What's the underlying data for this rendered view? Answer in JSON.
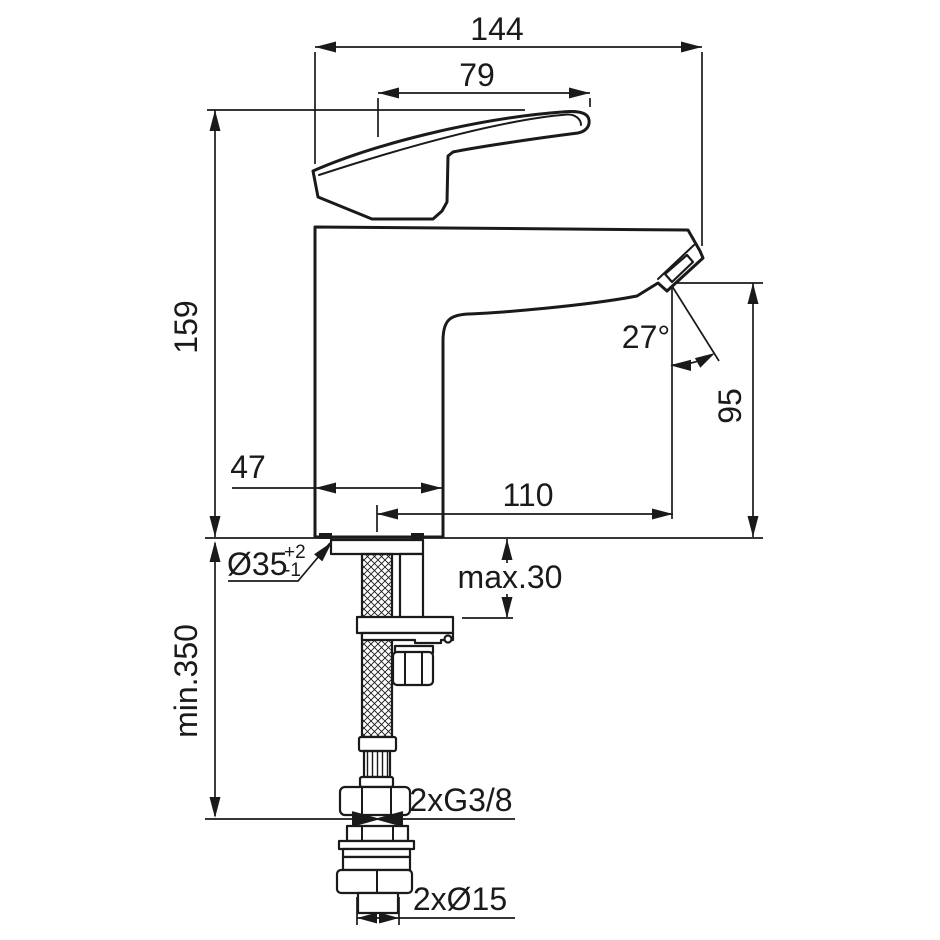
{
  "drawing": {
    "type": "faucet installation dimension drawing",
    "colors": {
      "line": "#1a1a1a",
      "background": "#ffffff"
    },
    "dimensions": {
      "overall_length": "144",
      "handle_length": "79",
      "total_height": "159",
      "body_width": "47",
      "spout_reach": "110",
      "spout_angle": "27°",
      "spout_height": "95",
      "hole_diameter": "Ø35",
      "hole_tol_plus": "+2",
      "hole_tol_minus": "-1",
      "deck_thickness_max": "max.30",
      "hose_length_min": "min.350",
      "inlet_thread": "2xG3/8",
      "pipe_diameter": "2xØ15"
    }
  }
}
